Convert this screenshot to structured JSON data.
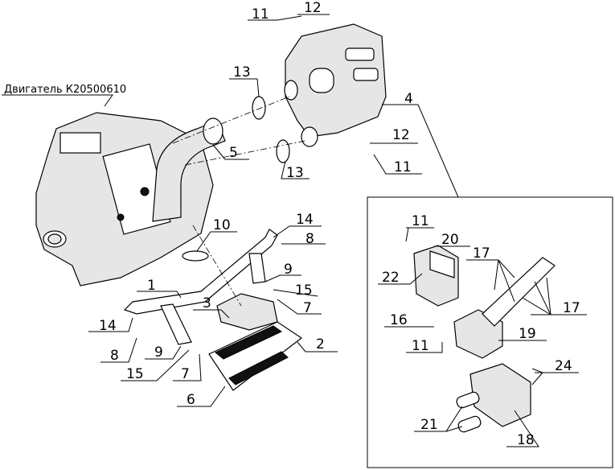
{
  "engine_label": "Двигатель К20500610",
  "callouts": {
    "top_11": "11",
    "top_12": "12",
    "upper_13": "13",
    "c4": "4",
    "c5": "5",
    "right_12": "12",
    "right_11": "11",
    "lower_13": "13",
    "c10": "10",
    "r_14": "14",
    "r_8": "8",
    "r_9": "9",
    "r_15": "15",
    "r_7": "7",
    "c1": "1",
    "c3": "3",
    "l_14": "14",
    "l_8": "8",
    "l_9": "9",
    "l_15": "15",
    "l_7": "7",
    "c2": "2",
    "c6": "6"
  },
  "detail": {
    "d_11a": "11",
    "d_20": "20",
    "d_17a": "17",
    "d_22": "22",
    "d_17b": "17",
    "d_16": "16",
    "d_19": "19",
    "d_11b": "11",
    "d_24": "24",
    "d_21": "21",
    "d_18": "18"
  }
}
